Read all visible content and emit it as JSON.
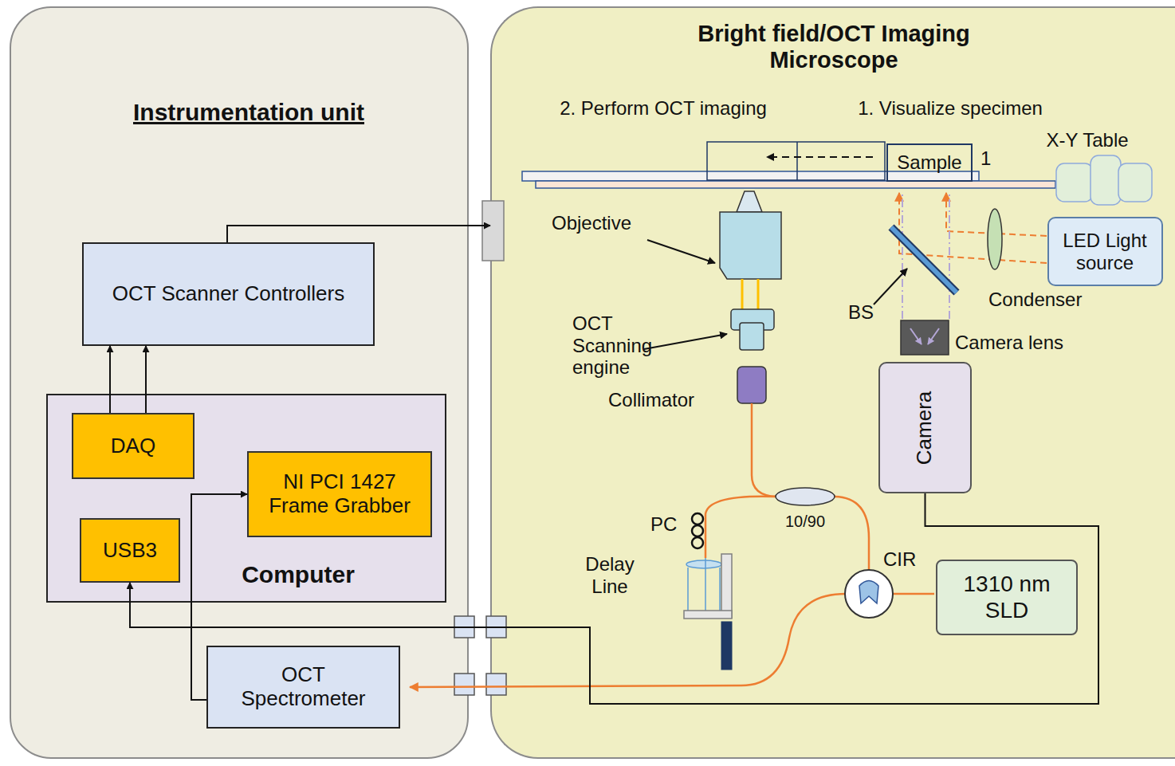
{
  "diagram": {
    "nodes": [
      {
        "text": [
          "Instrumentation unit"
        ]
      },
      {
        "text": [
          "OCT Scanner Controllers"
        ],
        "in": 0
      },
      {
        "text": [
          "Computer"
        ],
        "in": 0
      },
      {
        "text": [
          "DAQ"
        ],
        "in": 2
      },
      {
        "text": [
          "NI PCI 1427 Frame Grabber"
        ],
        "in": 2
      },
      {
        "text": [
          "USB3"
        ],
        "in": 2
      },
      {
        "text": [
          "OCT Spectrometer"
        ],
        "in": 0
      },
      {
        "text": [
          "Bright field/OCT Imaging Microscope"
        ]
      },
      {
        "text": [
          "Sample"
        ],
        "in": 7
      },
      {
        "text": [
          "LED Light source"
        ],
        "in": 7
      },
      {
        "text": [
          "Camera"
        ],
        "in": 7
      },
      {
        "text": [
          "1310 nm SLD"
        ],
        "in": 7
      }
    ],
    "edges": [
      {
        "from": 3,
        "to": 1,
        "arrow": "to"
      },
      {
        "from": 3,
        "to": 1,
        "arrow": "to"
      },
      {
        "from": 1,
        "to": 7,
        "arrow": "to"
      },
      {
        "from": 6,
        "to": 4,
        "arrow": "to"
      },
      {
        "from": 10,
        "to": 5,
        "arrow": "to"
      }
    ],
    "labels": [
      "2. Perform OCT imaging",
      "1. Visualize specimen",
      "1",
      "X-Y Table",
      "Objective",
      "OCT Scanning engine",
      "Collimator",
      "BS",
      "Condenser",
      "Camera lens",
      "PC",
      "10/90",
      "Delay Line",
      "CIR"
    ]
  }
}
